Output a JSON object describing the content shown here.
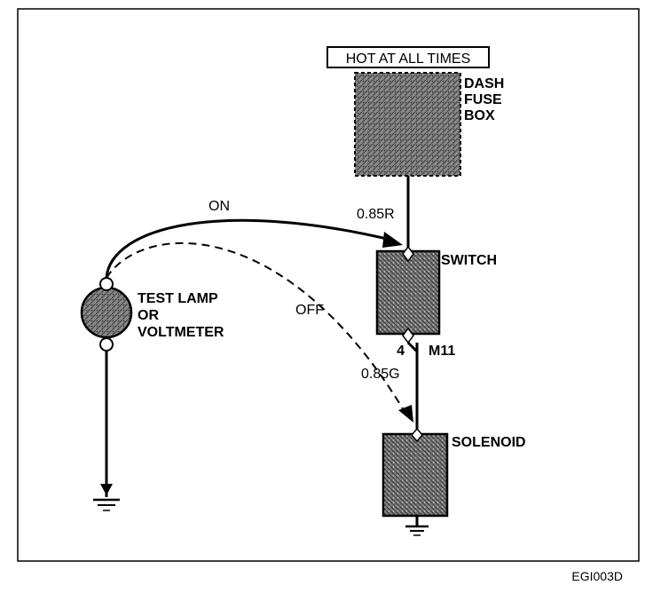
{
  "power": {
    "label": "HOT AT ALL TIMES"
  },
  "fuse_box": {
    "line1": "DASH",
    "line2": "FUSE",
    "line3": "BOX"
  },
  "wires": {
    "power_to_switch": "0.85R",
    "switch_to_solenoid": "0.85G"
  },
  "switch": {
    "label": "SWITCH"
  },
  "connector": {
    "pin": "4",
    "name": "M11"
  },
  "solenoid": {
    "label": "SOLENOID"
  },
  "probe": {
    "on_label": "ON",
    "off_label": "OFF"
  },
  "test_device": {
    "line1": "TEST LAMP",
    "line2": "OR",
    "line3": "VOLTMETER"
  },
  "figure_id": "EGI003D"
}
